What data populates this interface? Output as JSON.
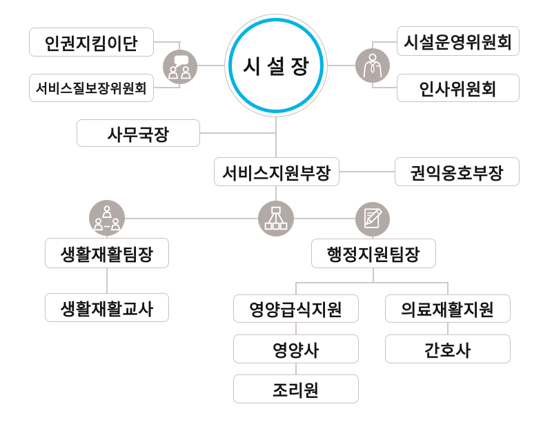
{
  "org_chart": {
    "director": {
      "label": "시 설 장"
    },
    "boxes": [
      {
        "label": "인권지킴이단"
      },
      {
        "label": "서비스질보장위원회"
      },
      {
        "label": "시설운영위원회"
      },
      {
        "label": "인사위원회"
      },
      {
        "label": "사무국장"
      },
      {
        "label": "서비스지원부장"
      },
      {
        "label": "권익옹호부장"
      },
      {
        "label": "생활재활팀장"
      },
      {
        "label": "생활재활교사"
      },
      {
        "label": "행정지원팀장"
      },
      {
        "label": "영양급식지원"
      },
      {
        "label": "영양사"
      },
      {
        "label": "조리원"
      },
      {
        "label": "의료재활지원"
      },
      {
        "label": "간호사"
      }
    ],
    "icons": [
      {
        "name": "chat-people-icon"
      },
      {
        "name": "business-person-icon"
      },
      {
        "name": "team-icon"
      },
      {
        "name": "sitemap-icon"
      },
      {
        "name": "edit-document-icon"
      }
    ],
    "colors": {
      "accent_cyan": "#00b4e3",
      "icon_background": "#b3aaa7",
      "box_border": "#c9c1be",
      "connector_line": "#cfc8c5",
      "text": "#141414"
    }
  }
}
